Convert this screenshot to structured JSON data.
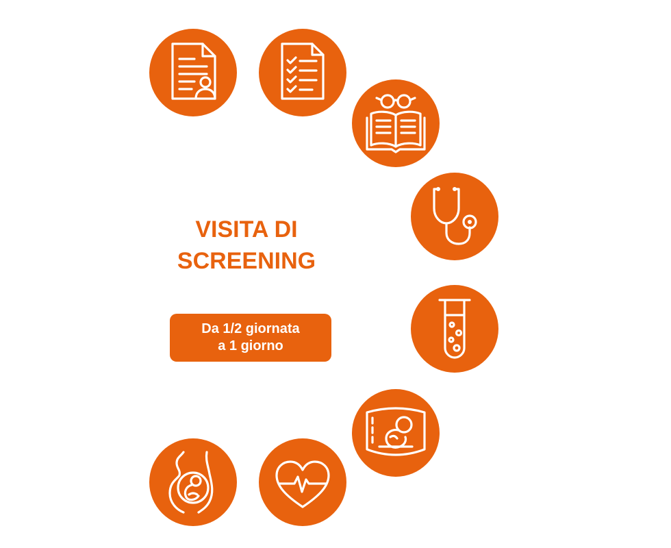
{
  "title": {
    "line1": "VISITA DI",
    "line2": "SCREENING"
  },
  "duration_badge": {
    "line1": "Da 1/2 giornata",
    "line2": "a 1 giorno"
  },
  "colors": {
    "accent": "#e8620e",
    "icon": "#ffffff",
    "background": "#ffffff"
  },
  "steps": [
    {
      "icon": "patient-document-icon"
    },
    {
      "icon": "checklist-document-icon"
    },
    {
      "icon": "book-glasses-icon"
    },
    {
      "icon": "stethoscope-icon"
    },
    {
      "icon": "test-tube-icon"
    },
    {
      "icon": "ultrasound-icon"
    },
    {
      "icon": "heartbeat-icon"
    },
    {
      "icon": "pregnancy-icon"
    }
  ]
}
